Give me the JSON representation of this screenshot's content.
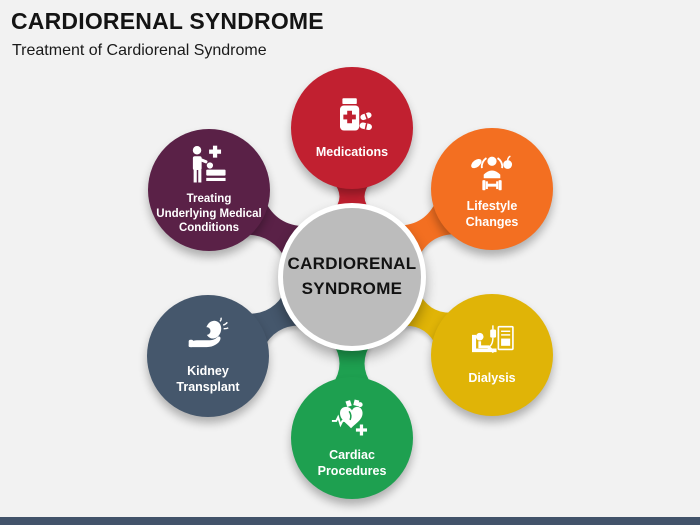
{
  "slide": {
    "background": "#F2F2F2",
    "footer_bar_color": "#42536A",
    "title": "CARDIORENAL SYNDROME",
    "subtitle": "Treatment of Cardiorenal Syndrome",
    "title_color": "#141414",
    "subtitle_color": "#1A1A1A"
  },
  "center": {
    "label": "CARDIORENAL SYNDROME",
    "lines": [
      "CARDIORENAL",
      "SYNDROME"
    ],
    "fill": "#BCBCBC",
    "ring_color": "#FFFFFF",
    "text_color": "#121212"
  },
  "items": [
    {
      "label": "Medications",
      "lines": [
        "Medications"
      ],
      "color": "#C12030",
      "icon": "medicine-bottle-icon",
      "text_color": "#FFFFFF"
    },
    {
      "label": "Lifestyle Changes",
      "lines": [
        "Lifestyle",
        "Changes"
      ],
      "color": "#F36F21",
      "icon": "healthy-lifestyle-icon",
      "text_color": "#FFFFFF"
    },
    {
      "label": "Dialysis",
      "lines": [
        "Dialysis"
      ],
      "color": "#E0B407",
      "icon": "dialysis-patient-icon",
      "text_color": "#FFFFFF"
    },
    {
      "label": "Cardiac Procedures",
      "lines": [
        "Cardiac",
        "Procedures"
      ],
      "color": "#1EA050",
      "icon": "heart-procedures-icon",
      "text_color": "#FFFFFF"
    },
    {
      "label": "Kidney Transplant",
      "lines": [
        "Kidney",
        "Transplant"
      ],
      "color": "#45576C",
      "icon": "hand-holding-kidney-icon",
      "text_color": "#FFFFFF"
    },
    {
      "label": "Treating Underlying Medical Conditions",
      "lines": [
        "Treating",
        "Underlying Medical",
        "Conditions"
      ],
      "color": "#5A2147",
      "icon": "doctor-patient-icon",
      "text_color": "#FFFFFF"
    }
  ]
}
